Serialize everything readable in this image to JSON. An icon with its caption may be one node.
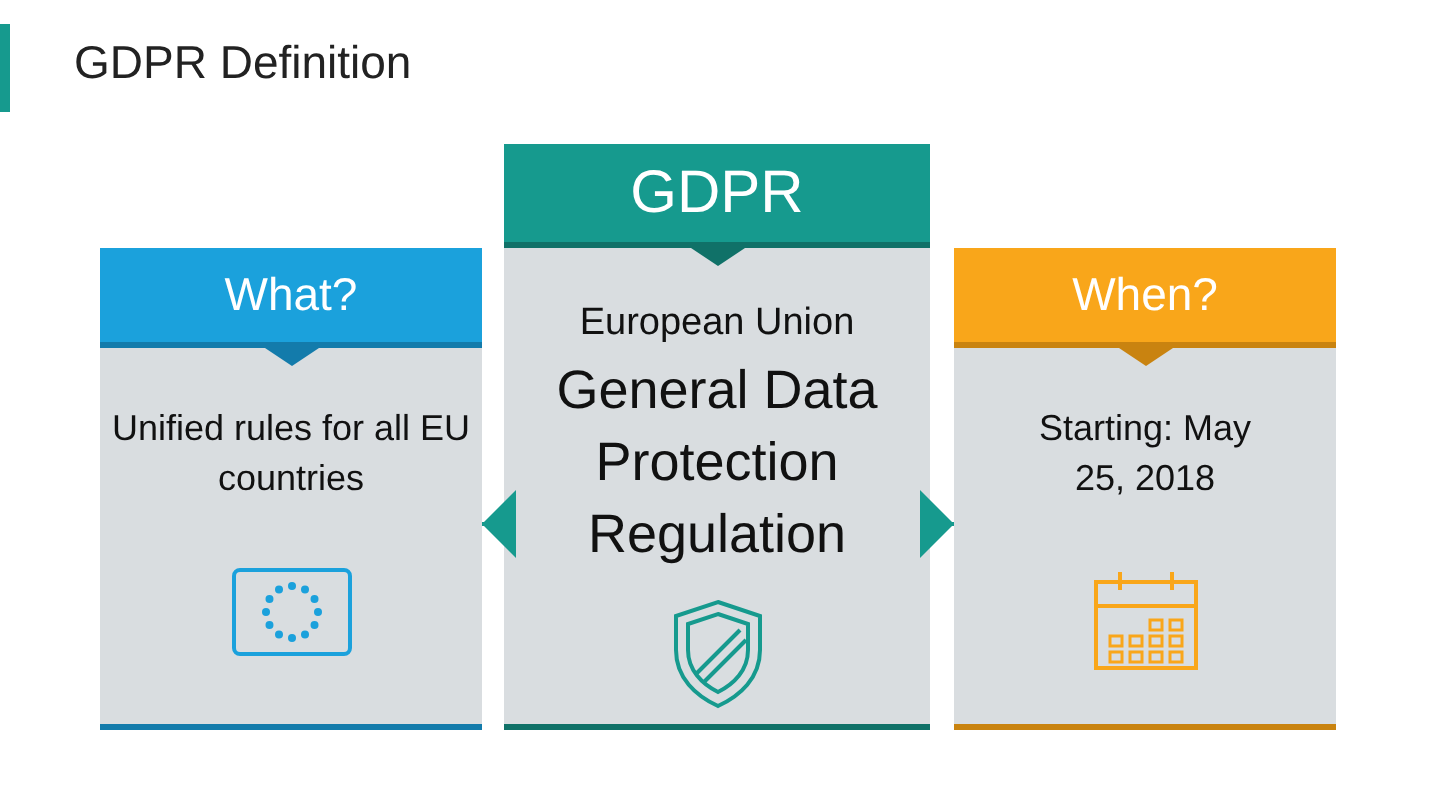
{
  "diagram": {
    "title": "GDPR Definition",
    "nodes": [
      {
        "text": [
          "What?",
          "Unified rules for all EU countries"
        ]
      },
      {
        "text": [
          "GDPR",
          "European Union",
          "General Data Protection Regulation"
        ]
      },
      {
        "text": [
          "When?",
          "Starting: May 25, 2018"
        ]
      }
    ],
    "edges": [
      {
        "from": 1,
        "to": 0,
        "arrow": "to"
      },
      {
        "from": 1,
        "to": 2,
        "arrow": "to"
      }
    ]
  }
}
